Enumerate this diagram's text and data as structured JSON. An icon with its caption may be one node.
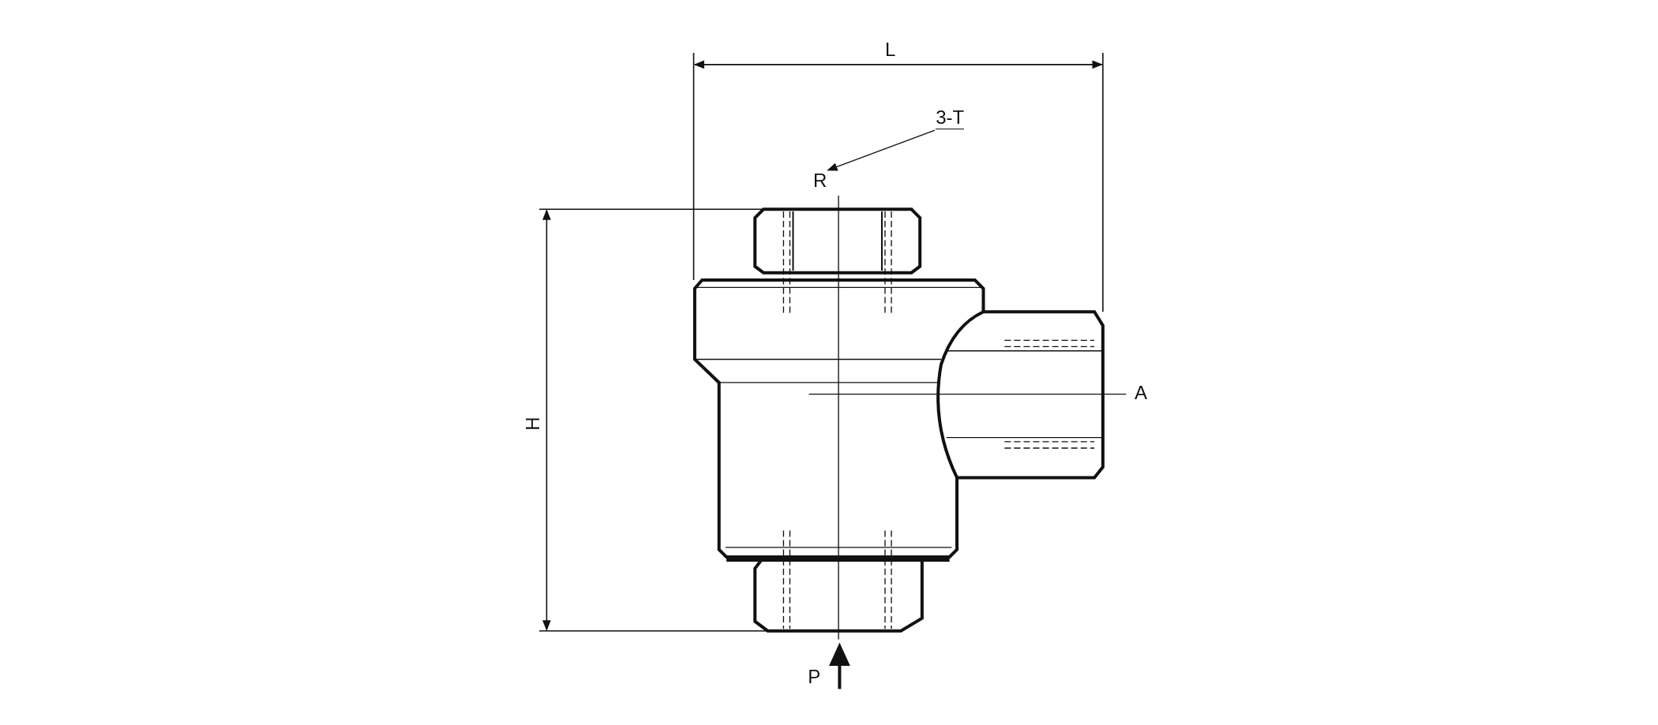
{
  "diagram": {
    "nodes": [
      {
        "text": [
          "3-T"
        ]
      },
      {
        "text": [
          "R"
        ]
      }
    ],
    "edges": [
      {
        "from": 0,
        "to": 1,
        "arrow": "to"
      }
    ],
    "labels": [
      "L",
      "H",
      "A",
      "P"
    ]
  }
}
